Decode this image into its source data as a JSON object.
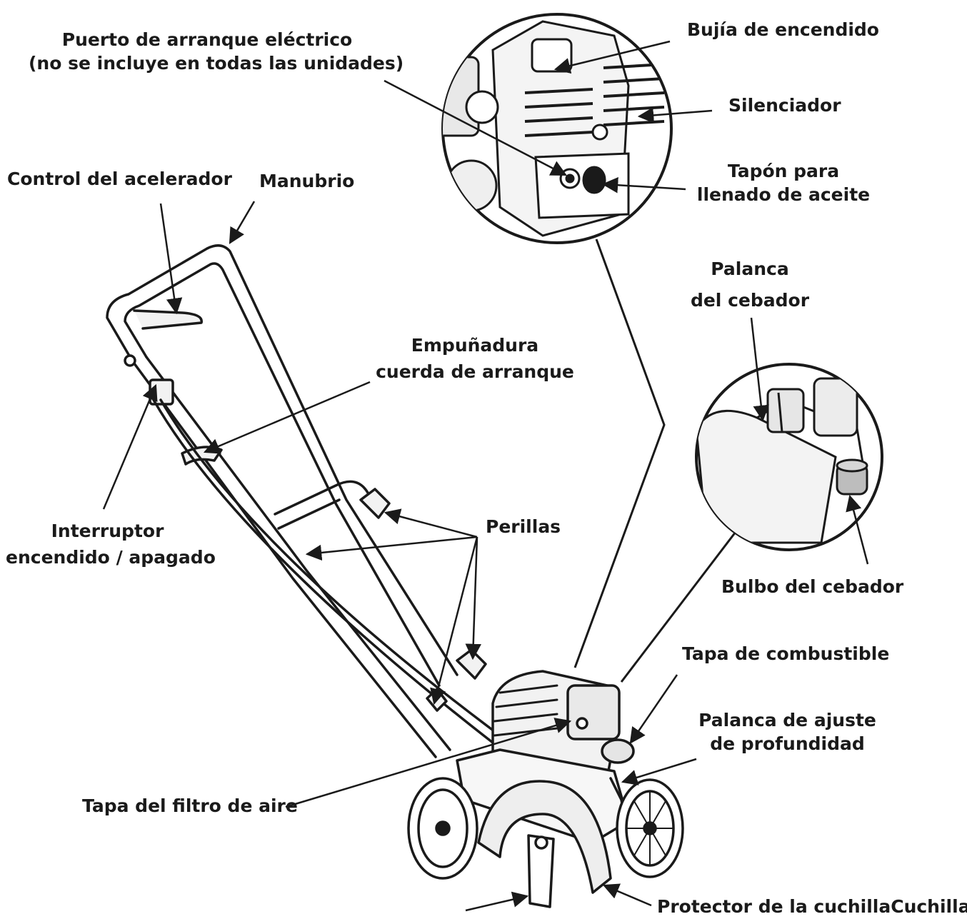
{
  "labels": {
    "puerto_l1": "Puerto de arranque eléctrico",
    "puerto_l2": "(no se incluye en todas las unidades)",
    "bujia": "Bujía de encendido",
    "silenciador": "Silenciador",
    "tapon_l1": "Tapón para",
    "tapon_l2": "llenado de aceite",
    "control": "Control del acelerador",
    "manubrio": "Manubrio",
    "palanca_l1": "Palanca",
    "palanca_l2": "del cebador",
    "empu_l1": "Empuñadura",
    "empu_l2": "cuerda de arranque",
    "perillas": "Perillas",
    "interruptor_l1": "Interruptor",
    "interruptor_l2": "encendido / apagado",
    "bulbo": "Bulbo del cebador",
    "tapa_comb": "Tapa de combustible",
    "ajuste_l1": "Palanca de ajuste",
    "ajuste_l2": "de profundidad",
    "filtro": "Tapa del filtro de aire",
    "protector": "Protector de la cuchillaCuchilla de"
  },
  "colors": {
    "ink": "#1a1a1a",
    "paper": "#ffffff",
    "fill": "#f2f2f2",
    "bulb": "#bdbdbd"
  }
}
